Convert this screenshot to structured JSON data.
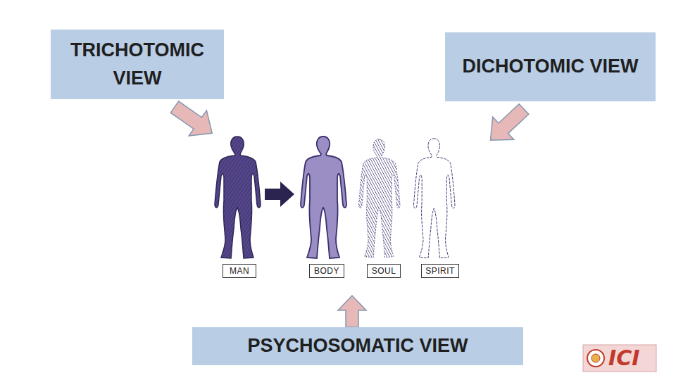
{
  "diagram": {
    "nodes": [
      {
        "text": [
          "TRICHOTOMIC VIEW"
        ]
      },
      {
        "text": [
          "DICHOTOMIC VIEW"
        ]
      },
      {
        "text": [
          "MAN"
        ]
      },
      {
        "text": [
          "BODY"
        ]
      },
      {
        "text": [
          "SOUL"
        ]
      },
      {
        "text": [
          "SPIRIT"
        ]
      },
      {
        "text": [
          "PSYCHOSOMATIC VIEW"
        ]
      }
    ],
    "labels": [
      "ICI"
    ]
  }
}
